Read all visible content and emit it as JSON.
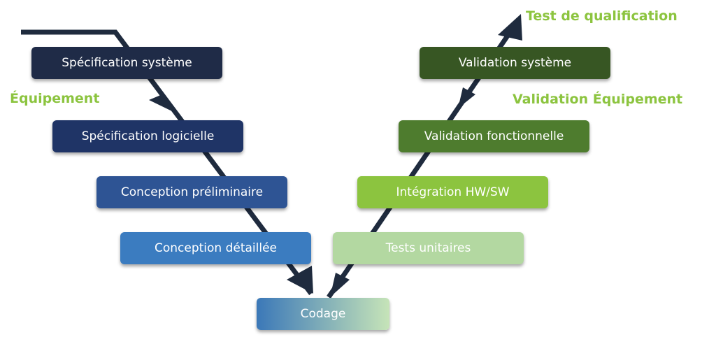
{
  "labels": {
    "equipement": "Équipement",
    "test_qualification": "Test de qualification",
    "validation_equipement": "Validation Équipement"
  },
  "left_branch": [
    {
      "label": "Spécification système",
      "color": "#1f2b47"
    },
    {
      "label": "Spécification logicielle",
      "color": "#1f3466"
    },
    {
      "label": "Conception préliminaire",
      "color": "#2e5494"
    },
    {
      "label": "Conception détaillée",
      "color": "#3b7cc0"
    }
  ],
  "bottom": {
    "label": "Codage",
    "color_start": "#3b78b8",
    "color_end": "#c6e4b8"
  },
  "right_branch": [
    {
      "label": "Validation système",
      "color": "#375623"
    },
    {
      "label": "Validation fonctionnelle",
      "color": "#4e7c2e"
    },
    {
      "label": "Intégration HW/SW",
      "color": "#8cc43f"
    },
    {
      "label": "Tests unitaires",
      "color": "#b3d8a1"
    }
  ],
  "colors": {
    "arrow": "#1f2b3e",
    "label_green": "#8cc43f"
  }
}
